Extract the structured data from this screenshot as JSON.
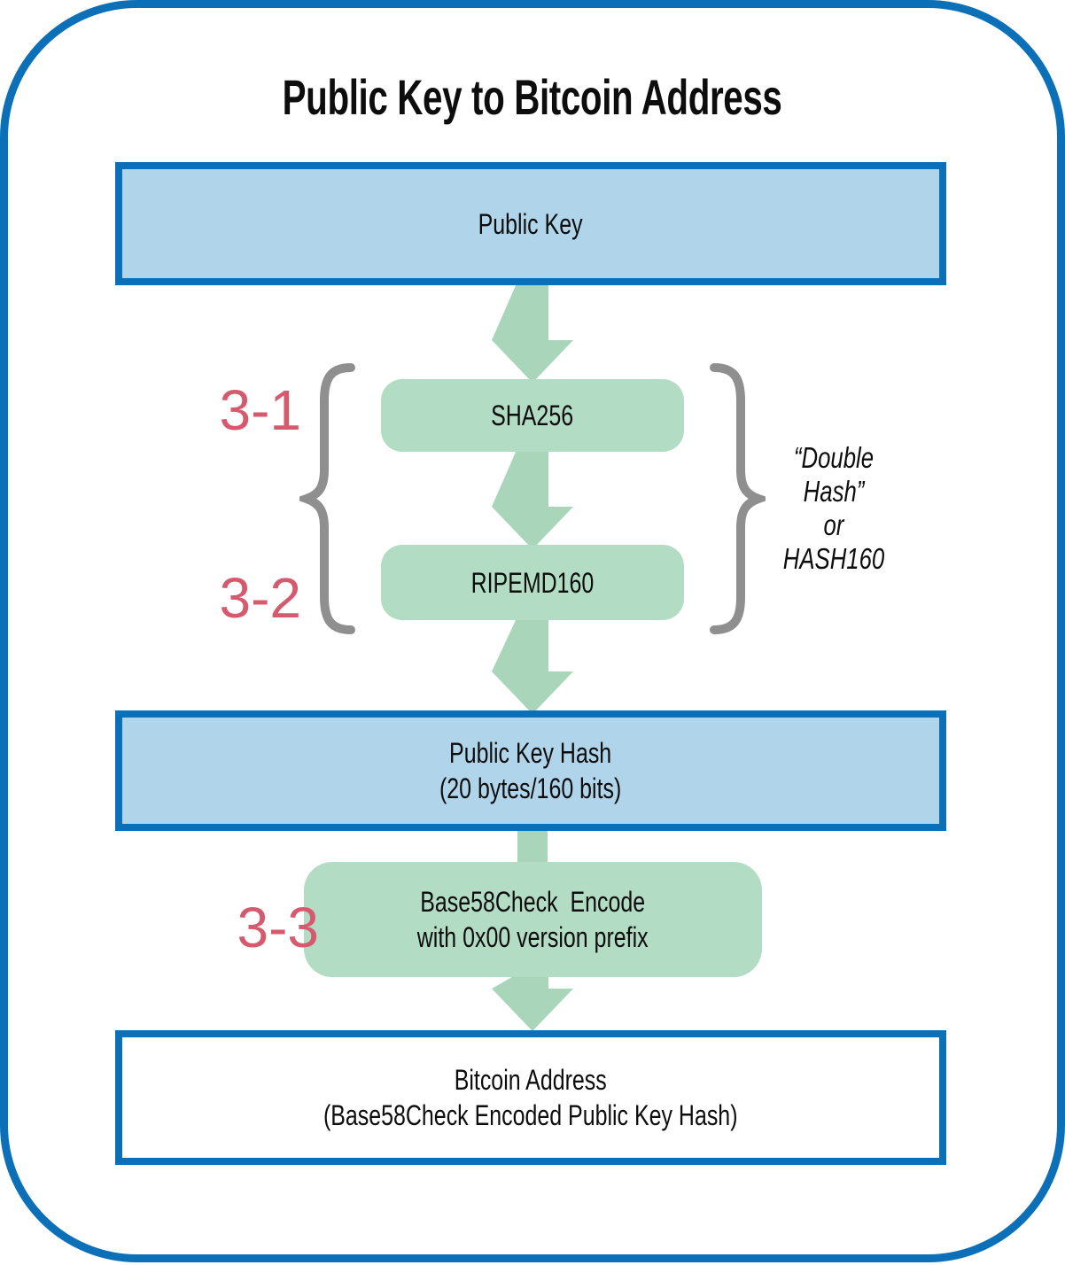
{
  "title": "Public Key to Bitcoin Address",
  "nodes": {
    "public_key": {
      "label": "Public Key"
    },
    "sha256": {
      "label": "SHA256",
      "step": "3-1"
    },
    "ripemd160": {
      "label": "RIPEMD160",
      "step": "3-2"
    },
    "public_key_hash": {
      "label": "Public Key Hash\n(20 bytes/160 bits)"
    },
    "base58check_encode": {
      "label": "Base58Check  Encode\nwith 0x00 version prefix",
      "step": "3-3"
    },
    "bitcoin_address": {
      "label": "Bitcoin Address\n(Base58Check Encoded Public Key Hash)"
    }
  },
  "annotations": {
    "double_hash_label": "“Double Hash”\nor\nHASH160",
    "left_brace": "{",
    "right_brace": "}"
  },
  "colors": {
    "frame_border_blue": "#0c70b8",
    "blue_box_fill": "#b0d4e9",
    "green_box_fill": "#b3dcc4",
    "arrow_green": "#a9d6bb",
    "brace_gray": "#8f8f8f",
    "step_pink": "#d65a6e",
    "text_black": "#0d0d0d"
  }
}
